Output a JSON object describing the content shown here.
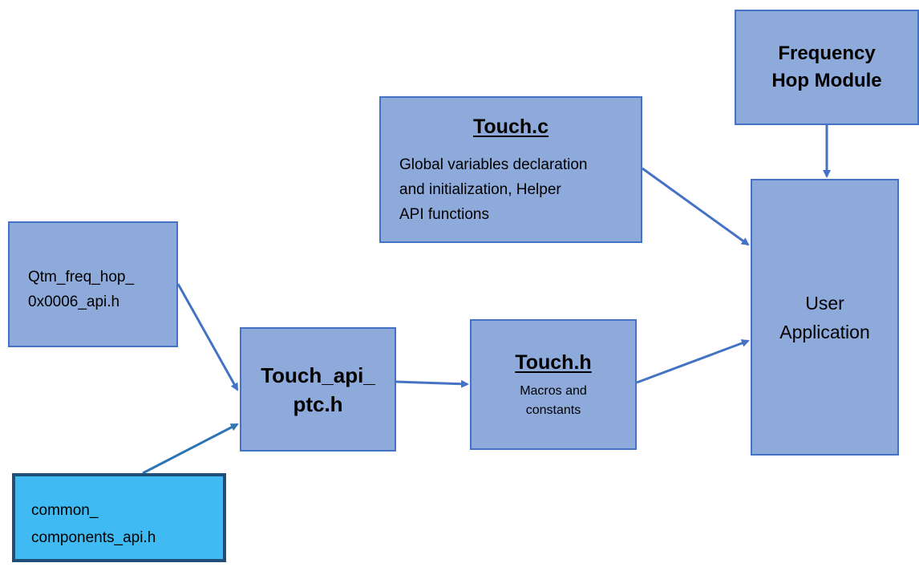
{
  "nodes": {
    "freq_hop_module": {
      "lines": [
        "Frequency",
        "Hop Module"
      ]
    },
    "touch_c": {
      "title": "Touch.c",
      "lines": [
        "Global variables declaration",
        "and initialization, Helper",
        "API functions"
      ]
    },
    "qtm_api": {
      "lines": [
        "Qtm_freq_hop_",
        "0x0006_api.h"
      ]
    },
    "touch_api_ptc": {
      "lines": [
        "Touch_api_",
        "ptc.h"
      ]
    },
    "touch_h": {
      "title": "Touch.h",
      "lines": [
        "Macros and",
        "constants"
      ]
    },
    "user_app": {
      "lines": [
        "User",
        "Application"
      ]
    },
    "common_components": {
      "lines": [
        "common_",
        "components_api.h"
      ]
    }
  },
  "colors": {
    "box_fill": "#8eaadb",
    "box_border": "#4472c4",
    "highlight_fill": "#3fbaf3",
    "highlight_border": "#1f4e79",
    "arrow": "#4472c4",
    "arrow_cyan": "#2e75b6"
  }
}
